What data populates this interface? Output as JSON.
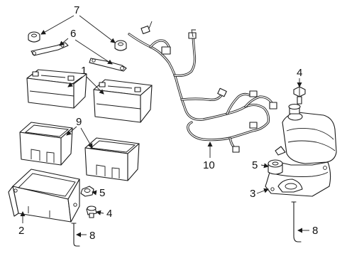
{
  "callouts": {
    "c1": "1",
    "c2": "2",
    "c3": "3",
    "c4a": "4",
    "c4b": "4",
    "c5a": "5",
    "c5b": "5",
    "c6": "6",
    "c7": "7",
    "c8a": "8",
    "c8b": "8",
    "c9": "9",
    "c10": "10"
  }
}
